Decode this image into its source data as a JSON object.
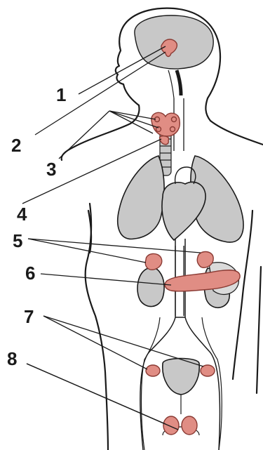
{
  "diagram": {
    "labels": [
      "1",
      "2",
      "3",
      "4",
      "5",
      "6",
      "7",
      "8"
    ]
  },
  "colors": {
    "outline": "#1a1a1a",
    "organ_fill": "#c8c8c8",
    "gland_fill": "#e08d84",
    "gland_stroke": "#8a3a33",
    "background": "#ffffff"
  }
}
